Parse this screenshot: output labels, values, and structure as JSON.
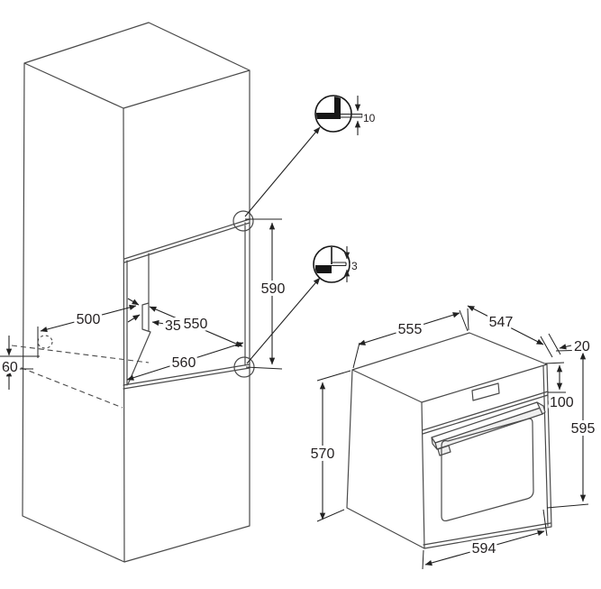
{
  "drawing": {
    "cabinet": {
      "niche_depth": "500",
      "ledge_width": "35",
      "inner_width": "550",
      "opening_width": "560",
      "opening_height": "590",
      "cable_zone_height": "60"
    },
    "details": {
      "top_clearance": "10",
      "bottom_clearance": "3"
    },
    "oven": {
      "body_depth": "555",
      "total_depth": "547",
      "door_overhang": "20",
      "control_panel_height": "100",
      "total_height": "595",
      "body_height": "570",
      "front_width": "594"
    }
  }
}
